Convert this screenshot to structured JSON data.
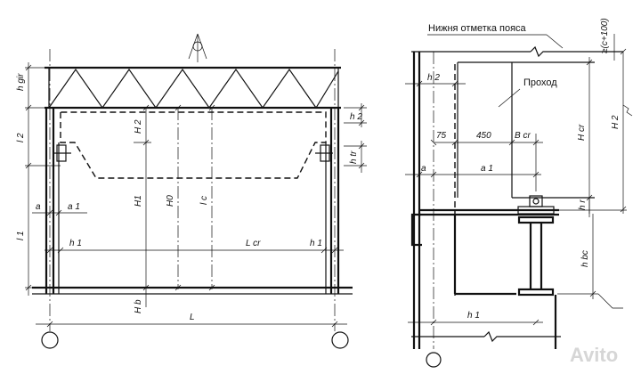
{
  "left": {
    "labels": {
      "hgir": "h gir",
      "l2": "l 2",
      "l1": "l 1",
      "a": "a",
      "a1": "a 1",
      "h1_left": "h 1",
      "lcr": "L cr",
      "h1_right": "h 1",
      "H2": "H 2",
      "H1": "H1",
      "H0": "H0",
      "lc": "l c",
      "Hb": "H b",
      "h2": "h 2",
      "htr": "h tr",
      "L": "L"
    }
  },
  "right": {
    "title": "Нижня отметка пояса",
    "clearance": "≥(c+100)",
    "passage": "Проход",
    "labels": {
      "h2": "h 2",
      "dim75": "75",
      "dim450": "450",
      "bcr": "B cr",
      "a": "a",
      "a1": "a 1",
      "hcr": "H cr",
      "H2": "H 2",
      "hr": "h r",
      "hbc": "h bc",
      "h1": "h 1"
    }
  },
  "watermark": {
    "text": "Avito"
  }
}
